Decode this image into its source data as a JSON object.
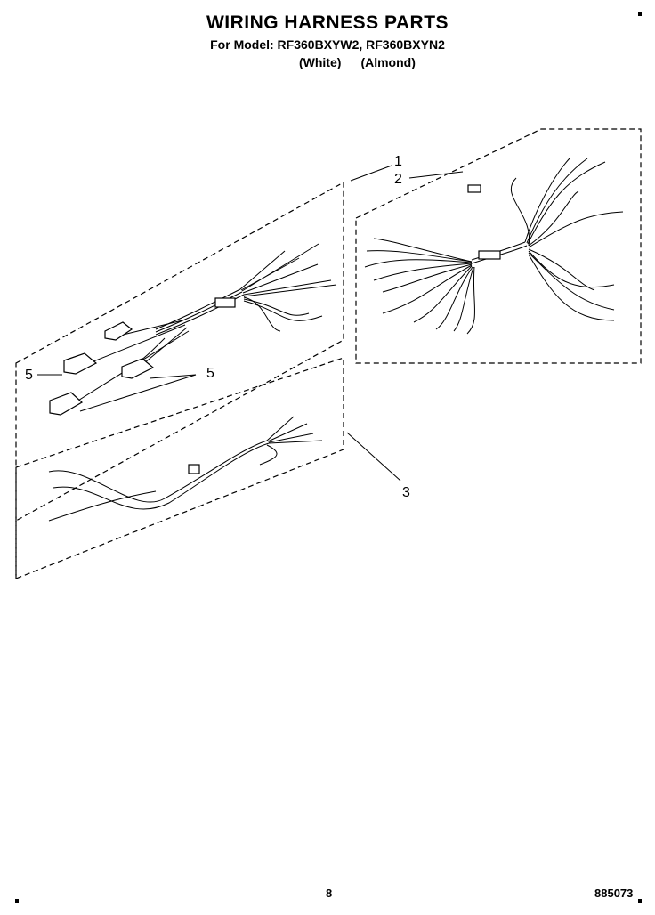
{
  "header": {
    "title": "WIRING HARNESS PARTS",
    "subtitle": "For Model: RF360BXYW2, RF360BXYN2",
    "color_white": "(White)",
    "color_almond": "(Almond)"
  },
  "callouts": {
    "c1": "1",
    "c2": "2",
    "c3": "3",
    "c5a": "5",
    "c5b": "5"
  },
  "footer": {
    "page_number": "8",
    "ref_code": "885073"
  }
}
